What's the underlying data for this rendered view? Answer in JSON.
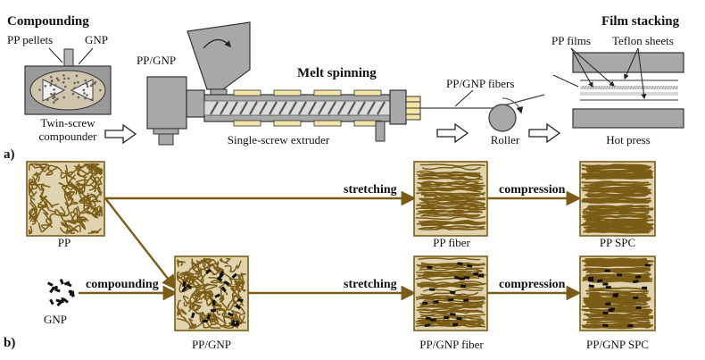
{
  "panel_a": {
    "label": "a)",
    "compounding": {
      "title": "Compounding",
      "pp_pellets": "PP pellets",
      "gnp": "GNP",
      "caption_line1": "Twin-screw",
      "caption_line2": "compounder"
    },
    "extruder": {
      "hopper_label": "PP/GNP",
      "title": "Melt spinning",
      "caption": "Single-screw extruder"
    },
    "fibers_label": "PP/GNP fibers",
    "roller_label": "Roller",
    "film_stacking": {
      "title": "Film stacking",
      "pp_films": "PP films",
      "teflon": "Teflon sheets",
      "caption": "Hot press"
    }
  },
  "panel_b": {
    "label": "b)",
    "pp": "PP",
    "gnp": "GNP",
    "pp_gnp": "PP/GNP",
    "pp_fiber": "PP fiber",
    "pp_spc": "PP SPC",
    "pp_gnp_fiber": "PP/GNP fiber",
    "pp_gnp_spc": "PP/GNP SPC",
    "stretching": "stretching",
    "compression": "compression",
    "compounding": "compounding"
  },
  "colors": {
    "fiber": "#7a5c16",
    "box_fill": "#dfd3b0",
    "arrow": "#7a5c16",
    "machine_gray": "#a0a0a0",
    "heater": "#f3e5a6"
  }
}
